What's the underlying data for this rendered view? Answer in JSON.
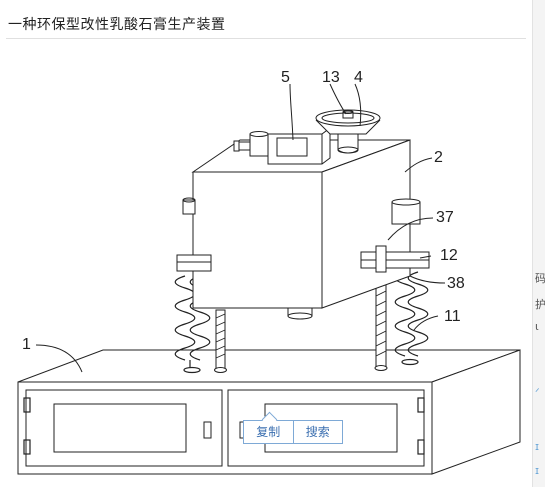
{
  "page": {
    "title": "一种环保型改性乳酸石膏生产装置"
  },
  "drawing": {
    "labels": {
      "l1": "1",
      "l2": "2",
      "l4": "4",
      "l5": "5",
      "l11": "11",
      "l12": "12",
      "l13": "13",
      "l37": "37",
      "l38": "38"
    }
  },
  "popup": {
    "copy_label": "复制",
    "search_label": "搜索"
  },
  "right_fragments": [
    "码",
    "护",
    "ι",
    "ᐟ",
    "ɪ",
    "ɪ"
  ],
  "colors": {
    "line": "#222222",
    "popup_border": "#7ea9d6",
    "popup_text": "#3b6fb0"
  }
}
